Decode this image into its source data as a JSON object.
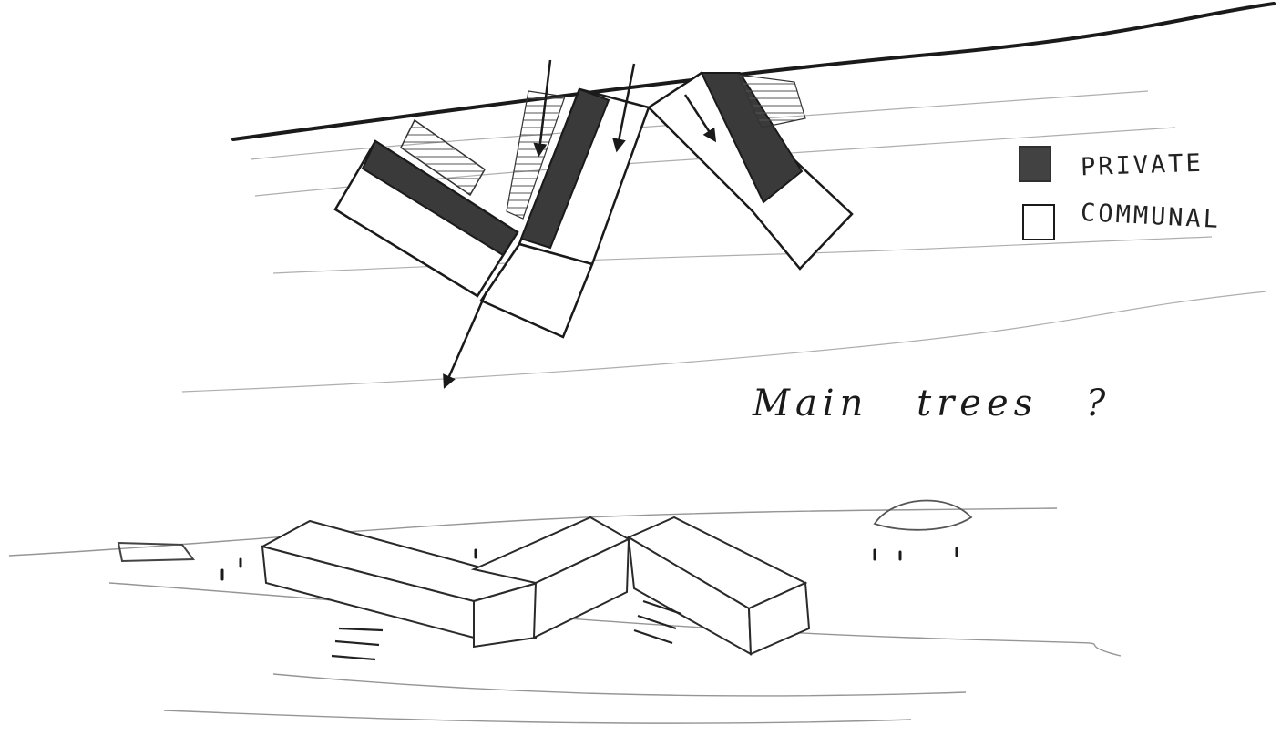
{
  "legend": {
    "private_label": "PRIVATE",
    "communal_label": "COMMUNAL"
  },
  "annotation": {
    "note": "Main trees ?"
  },
  "colors": {
    "pencil": "#1a1a1a",
    "private_fill": "#3a3a3a",
    "paper": "#ffffff"
  }
}
